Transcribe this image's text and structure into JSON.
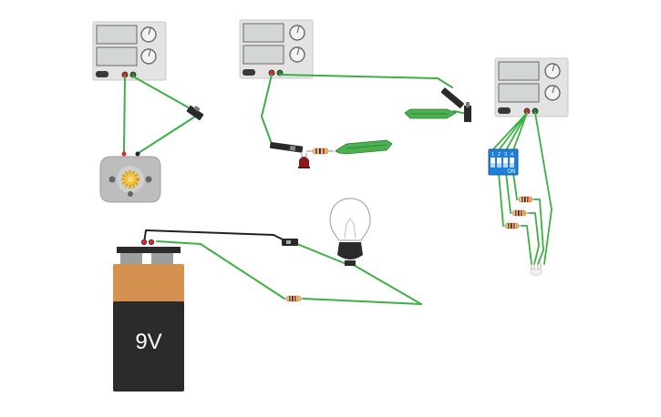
{
  "battery": {
    "label": "9V"
  },
  "dip_switch": {
    "position_numbers": [
      "1",
      "2",
      "3",
      "4"
    ],
    "on_label": "ON"
  },
  "colors": {
    "wire_green": "#3cb043",
    "wire_black": "#222222",
    "terminal_red": "#d32f2f",
    "terminal_green": "#2e7d32",
    "power_supply_body": "#e0e0e0",
    "battery_copper": "#d4914f",
    "battery_body": "#2b2b2b",
    "dip_blue": "#1e7fd6",
    "led_red": "#8b1a1a",
    "alligator_green": "#4caf50",
    "motor_gear": "#f2c23c"
  }
}
